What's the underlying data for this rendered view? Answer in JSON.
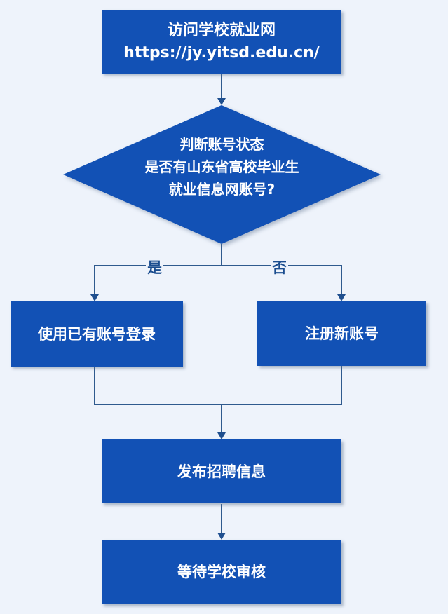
{
  "start": {
    "title": "访问学校就业网",
    "url": "https://jy.yitsd.edu.cn/"
  },
  "decision": {
    "line1": "判断账号状态",
    "line2": "是否有山东省高校毕业生",
    "line3": "就业信息网账号?"
  },
  "branch_yes": {
    "label": "是",
    "action": "使用已有账号登录"
  },
  "branch_no": {
    "label": "否",
    "action": "注册新账号"
  },
  "step_publish": "发布招聘信息",
  "step_review": "等待学校审核",
  "colors": {
    "box": "#1251b5",
    "line": "#2f5a8e",
    "background": "#eef3fb"
  }
}
